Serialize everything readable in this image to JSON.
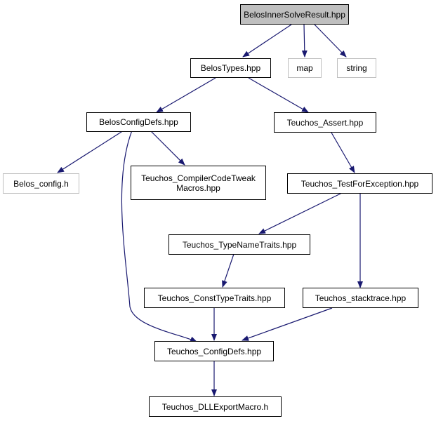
{
  "diagram": {
    "nodes": {
      "root": "BelosInnerSolveResult.hpp",
      "belos_types": "BelosTypes.hpp",
      "map": "map",
      "string": "string",
      "belos_config_defs": "BelosConfigDefs.hpp",
      "teuchos_assert": "Teuchos_Assert.hpp",
      "belos_config_h": "Belos_config.h",
      "compiler_code_tweak_line1": "Teuchos_CompilerCodeTweak",
      "compiler_code_tweak_line2": "Macros.hpp",
      "test_for_exception": "Teuchos_TestForException.hpp",
      "type_name_traits": "Teuchos_TypeNameTraits.hpp",
      "const_type_traits": "Teuchos_ConstTypeTraits.hpp",
      "stacktrace": "Teuchos_stacktrace.hpp",
      "teuchos_config_defs": "Teuchos_ConfigDefs.hpp",
      "dll_export_macro": "Teuchos_DLLExportMacro.h"
    },
    "colors": {
      "edge": "#191970",
      "root_fill": "#bfbfbf",
      "external_border": "#bfbfbf",
      "node_border": "#000000"
    }
  }
}
